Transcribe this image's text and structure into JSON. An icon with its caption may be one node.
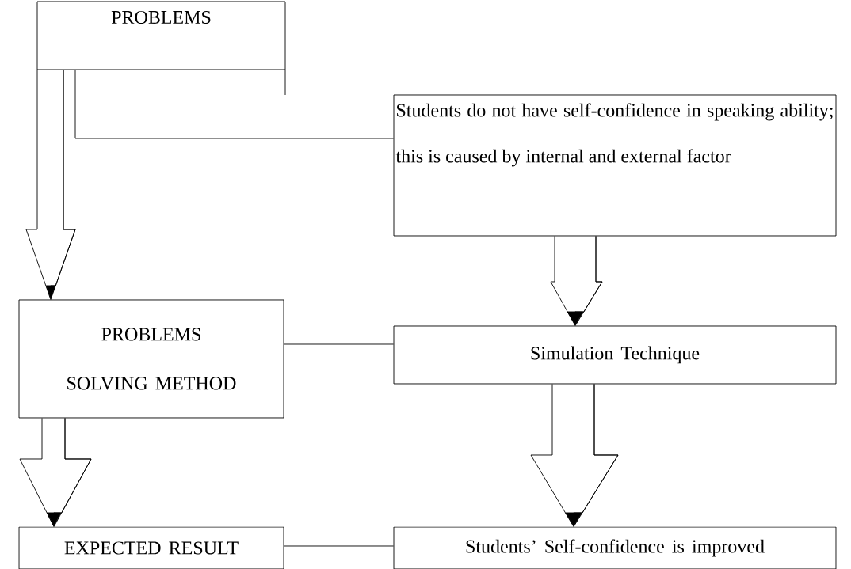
{
  "diagram": {
    "nodes": [
      {
        "text": [
          "PROBLEMS"
        ]
      },
      {
        "text": [
          "Students do not have self-confidence in speaking ability; this is caused by internal and external factor"
        ]
      },
      {
        "text": [
          "PROBLEMS SOLVING METHOD"
        ]
      },
      {
        "text": [
          "Simulation Technique"
        ]
      },
      {
        "text": [
          "EXPECTED RESULT"
        ]
      },
      {
        "text": [
          "Students’ Self-confidence is improved"
        ]
      }
    ],
    "edges": [
      {
        "from": 0,
        "to": 2,
        "arrow": "to"
      },
      {
        "from": 0,
        "to": 1,
        "arrow": "none"
      },
      {
        "from": 1,
        "to": 3,
        "arrow": "to"
      },
      {
        "from": 2,
        "to": 3,
        "arrow": "none"
      },
      {
        "from": 2,
        "to": 4,
        "arrow": "to"
      },
      {
        "from": 3,
        "to": 5,
        "arrow": "to"
      },
      {
        "from": 4,
        "to": 5,
        "arrow": "none"
      }
    ]
  }
}
